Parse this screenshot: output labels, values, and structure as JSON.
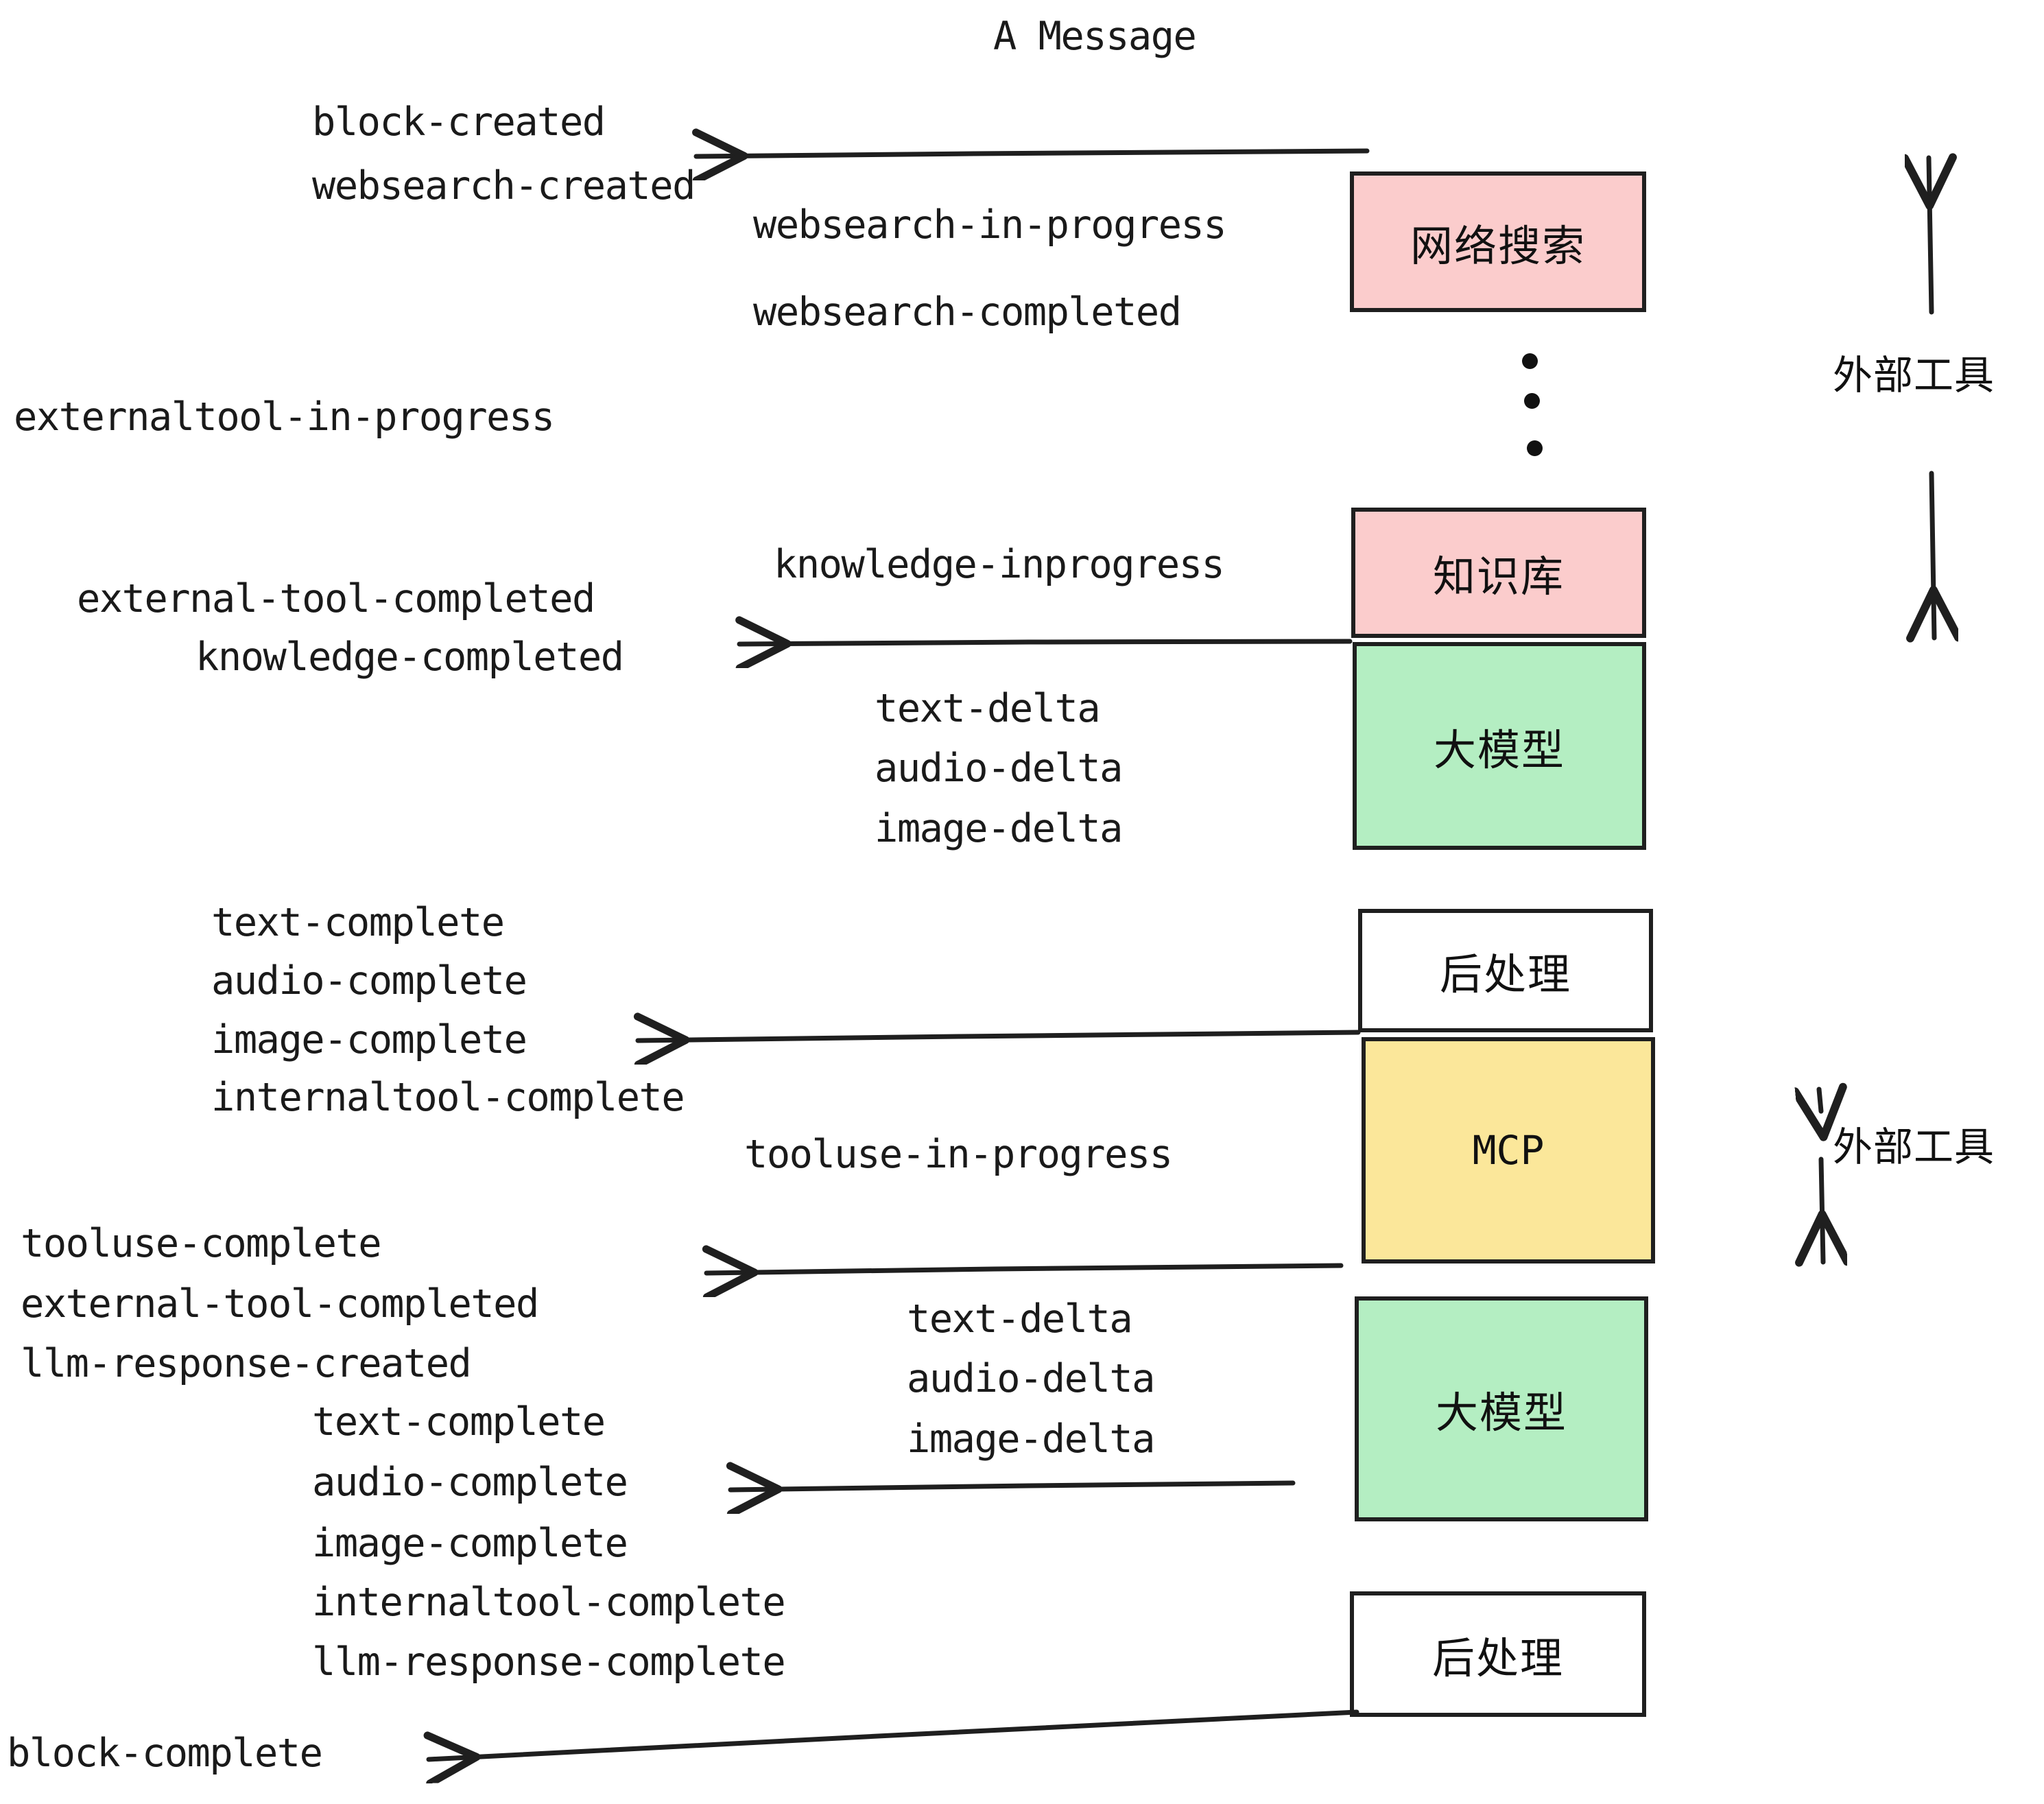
{
  "title": "A Message",
  "colors": {
    "external_tool_box": "#fbcccc",
    "llm_box": "#b4eec2",
    "mcp_box": "#fbe79a",
    "postprocess_box": "#ffffff",
    "stroke": "#1f1f1f",
    "text": "#1a1a1a",
    "background": "#ffffff"
  },
  "boxes": {
    "websearch": "网络搜索",
    "knowledge": "知识库",
    "llm_first": "大模型",
    "postprocess_first": "后处理",
    "mcp": "MCP",
    "llm_second": "大模型",
    "postprocess_second": "后处理"
  },
  "side_labels": {
    "external_tool_top": "外部工具",
    "external_tool_bottom": "外部工具"
  },
  "events": {
    "block_created": "block-created",
    "websearch_created": "websearch-created",
    "websearch_in_progress": "websearch-in-progress",
    "websearch_completed": "websearch-completed",
    "externaltool_in_progress": "externaltool-in-progress",
    "knowledge_inprogress": "knowledge-inprogress",
    "external_tool_completed_1": "external-tool-completed",
    "knowledge_completed": "knowledge-completed",
    "text_delta_1": "text-delta",
    "audio_delta_1": "audio-delta",
    "image_delta_1": "image-delta",
    "text_complete_1": "text-complete",
    "audio_complete_1": "audio-complete",
    "image_complete_1": "image-complete",
    "internaltool_complete_1": "internaltool-complete",
    "tooluse_in_progress": "tooluse-in-progress",
    "tooluse_complete": "tooluse-complete",
    "external_tool_completed_2": "external-tool-completed",
    "llm_response_created": "llm-response-created",
    "text_delta_2": "text-delta",
    "audio_delta_2": "audio-delta",
    "image_delta_2": "image-delta",
    "text_complete_2": "text-complete",
    "audio_complete_2": "audio-complete",
    "image_complete_2": "image-complete",
    "internaltool_complete_2": "internaltool-complete",
    "llm_response_complete": "llm-response-complete",
    "block_complete": "block-complete"
  }
}
